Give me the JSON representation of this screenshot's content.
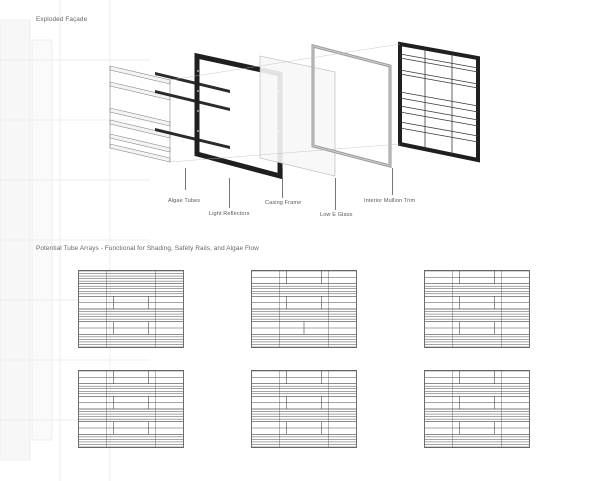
{
  "exploded": {
    "title": "Exploded Façade",
    "labels": {
      "algae_tubes": "Algae Tubes",
      "light_reflectors": "Light Reflectors",
      "casing_frame": "Casing Frame",
      "low_e_glass": "Low E Glass",
      "interior_mullion_trim": "Interior Mullion Trim"
    }
  },
  "arrays": {
    "title": "Potential Tube Arrays - Functional for Shading, Safety Rails, and Algae Flow",
    "items": [
      {
        "rows": [
          "dense",
          "dense",
          "split3",
          "dense",
          "split3",
          "dense"
        ]
      },
      {
        "rows": [
          "open2",
          "dense",
          "split3",
          "dense",
          "split2",
          "dense"
        ]
      },
      {
        "rows": [
          "open2",
          "dense",
          "split3",
          "dense",
          "split3",
          "dense"
        ]
      },
      {
        "rows": [
          "open2",
          "dense",
          "split3",
          "dense",
          "split3",
          "dense"
        ]
      },
      {
        "rows": [
          "open2",
          "dense",
          "split3",
          "dense",
          "split3",
          "dense"
        ]
      },
      {
        "rows": [
          "open2",
          "dense",
          "split3",
          "dense",
          "split3",
          "dense"
        ]
      }
    ]
  },
  "colors": {
    "line": "#4a4a4a",
    "frame": "#1f1f1f",
    "ghost": "#e6e6e6"
  }
}
